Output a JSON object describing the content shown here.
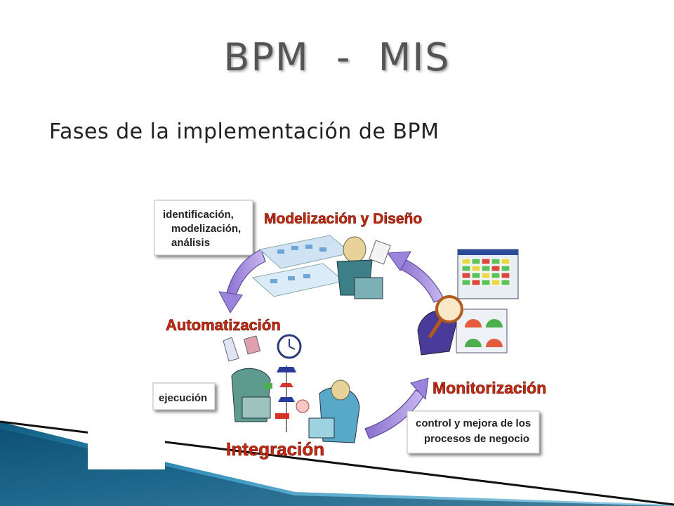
{
  "slide": {
    "title": "BPM  -  MIS",
    "subtitle": "Fases de la implementación de BPM"
  },
  "diagram": {
    "phases": {
      "design": "Modelización y Diseño",
      "automation": "Automatización",
      "integration": "Integración",
      "monitoring": "Monitorización"
    },
    "notes": {
      "design_line1": "identificación,",
      "design_line2": "modelización,",
      "design_line3": "análisis",
      "execution": "ejecución",
      "monitoring_line1": "control y mejora de los",
      "monitoring_line2": "procesos de negocio"
    },
    "colors": {
      "phase_text": "#cc2a10",
      "arrow": "#a78fd8",
      "accent_band": "#1a6f96"
    }
  }
}
